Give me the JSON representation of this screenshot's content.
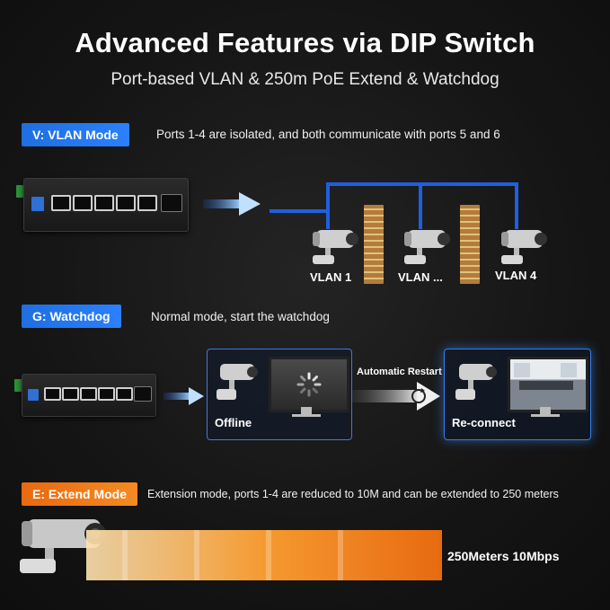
{
  "header": {
    "title": "Advanced Features via DIP Switch",
    "subtitle": "Port-based VLAN & 250m PoE Extend & Watchdog"
  },
  "vlan": {
    "badge": "V: VLAN Mode",
    "description": "Ports 1-4 are isolated, and both communicate with ports 5 and 6",
    "labels": [
      "VLAN 1",
      "VLAN ...",
      "VLAN 4"
    ]
  },
  "watchdog": {
    "badge": "G: Watchdog",
    "description": "Normal mode, start the watchdog",
    "offline_label": "Offline",
    "restart_label": "Automatic Restart",
    "reconnect_label": "Re-connect"
  },
  "extend": {
    "badge": "E: Extend Mode",
    "description": "Extension mode, ports 1-4 are reduced to 10M and can be extended to 250 meters",
    "speed_label": "250Meters 10Mbps"
  },
  "colors": {
    "vlan_blue": "#2a80ff",
    "extend_orange": "#f58a22",
    "line_blue": "#1f5fe0"
  }
}
